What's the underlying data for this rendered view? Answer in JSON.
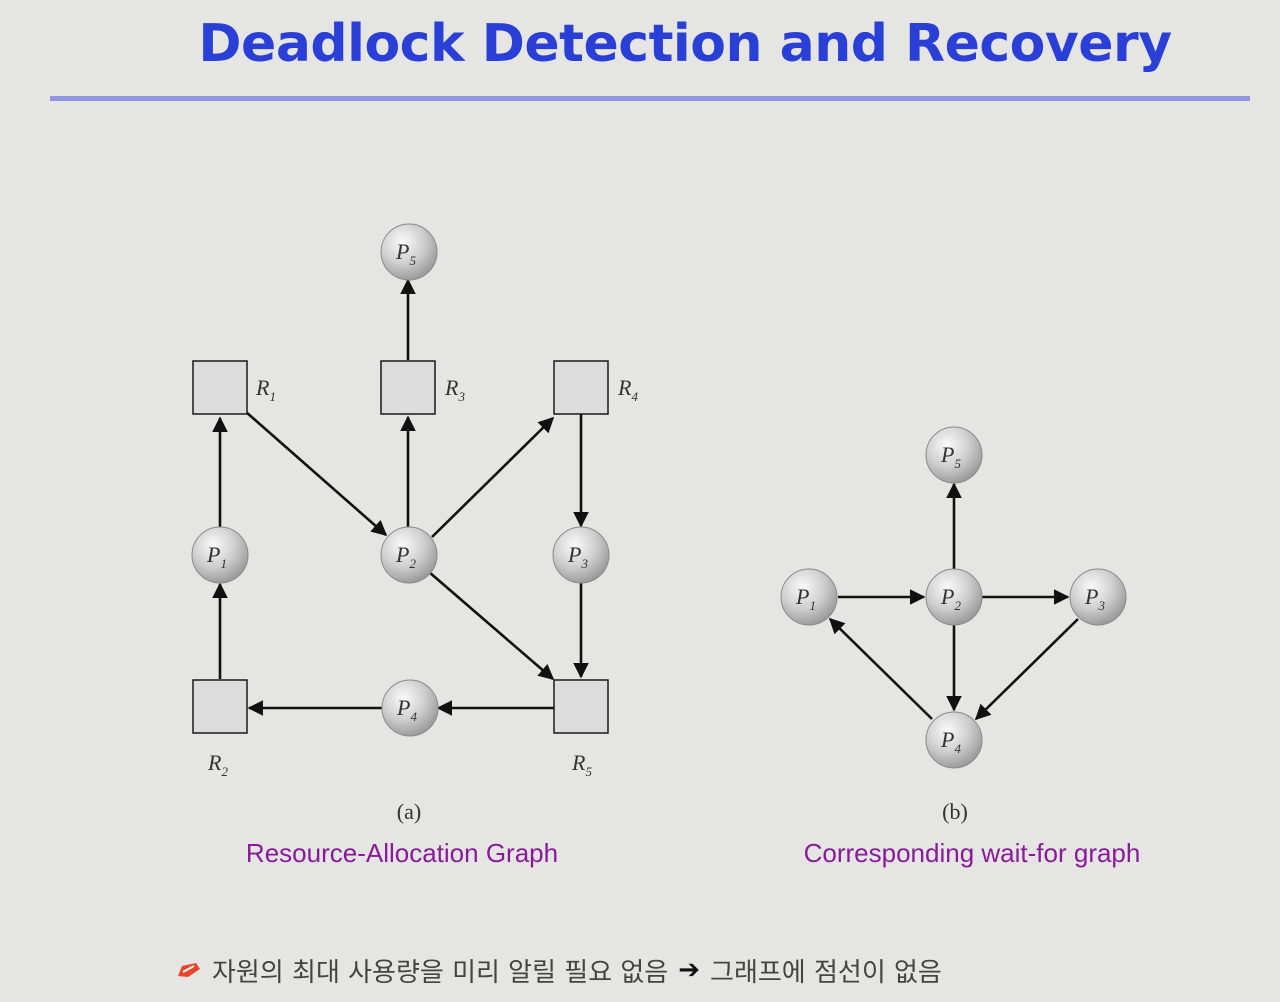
{
  "slide": {
    "title": "Deadlock Detection and Recovery",
    "accent_color": "#2a3fd6",
    "caption_color": "#8a1a9a"
  },
  "graph_a": {
    "caption_letter": "(a)",
    "caption_text": "Resource-Allocation Graph",
    "processes": [
      "P1",
      "P2",
      "P3",
      "P4",
      "P5"
    ],
    "resources": [
      "R1",
      "R2",
      "R3",
      "R4",
      "R5"
    ],
    "edges": [
      {
        "from": "R1",
        "to": "P2"
      },
      {
        "from": "P2",
        "to": "R3"
      },
      {
        "from": "R3",
        "to": "P5"
      },
      {
        "from": "P2",
        "to": "R4"
      },
      {
        "from": "R4",
        "to": "P3"
      },
      {
        "from": "P3",
        "to": "R5"
      },
      {
        "from": "P2",
        "to": "R5"
      },
      {
        "from": "R5",
        "to": "P4"
      },
      {
        "from": "P4",
        "to": "R2"
      },
      {
        "from": "R2",
        "to": "P1"
      },
      {
        "from": "P1",
        "to": "R1"
      }
    ]
  },
  "graph_b": {
    "caption_letter": "(b)",
    "caption_text": "Corresponding wait-for graph",
    "processes": [
      "P1",
      "P2",
      "P3",
      "P4",
      "P5"
    ],
    "edges": [
      {
        "from": "P1",
        "to": "P2"
      },
      {
        "from": "P2",
        "to": "P3"
      },
      {
        "from": "P2",
        "to": "P5"
      },
      {
        "from": "P2",
        "to": "P4"
      },
      {
        "from": "P3",
        "to": "P4"
      },
      {
        "from": "P4",
        "to": "P1"
      }
    ]
  },
  "footer": {
    "icon": "pencil-bullet-icon",
    "text_before": "자원의 최대 사용량을 미리 알릴 필요 없음",
    "arrow": "➔",
    "text_after": "그래프에 점선이 없음"
  }
}
